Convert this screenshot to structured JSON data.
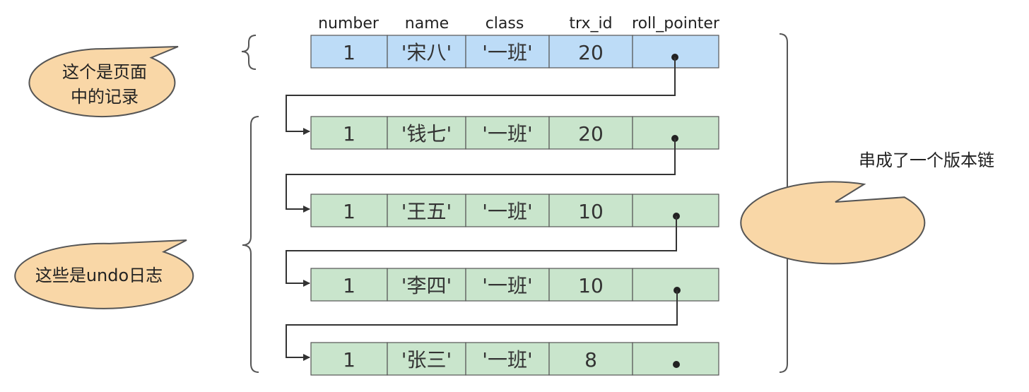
{
  "columns": [
    "number",
    "name",
    "class",
    "trx_id",
    "roll_pointer"
  ],
  "page_record": {
    "number": "1",
    "name": "'宋八'",
    "class": "'一班'",
    "trx_id": "20"
  },
  "undo_records": [
    {
      "number": "1",
      "name": "'钱七'",
      "class": "'一班'",
      "trx_id": "20"
    },
    {
      "number": "1",
      "name": "'王五'",
      "class": "'一班'",
      "trx_id": "10"
    },
    {
      "number": "1",
      "name": "'李四'",
      "class": "'一班'",
      "trx_id": "10"
    },
    {
      "number": "1",
      "name": "'张三'",
      "class": "'一班'",
      "trx_id": "8"
    }
  ],
  "callouts": {
    "page_record": [
      "这个是页面",
      "中的记录"
    ],
    "undo_log": [
      "这些是undo日志"
    ],
    "version_chain": [
      "串成了一个版本链"
    ]
  },
  "colors": {
    "page_row_fill": "#bddcf7",
    "undo_row_fill": "#c9e5cc",
    "callout_fill": "#f9d7a7",
    "stroke": "#555555"
  }
}
